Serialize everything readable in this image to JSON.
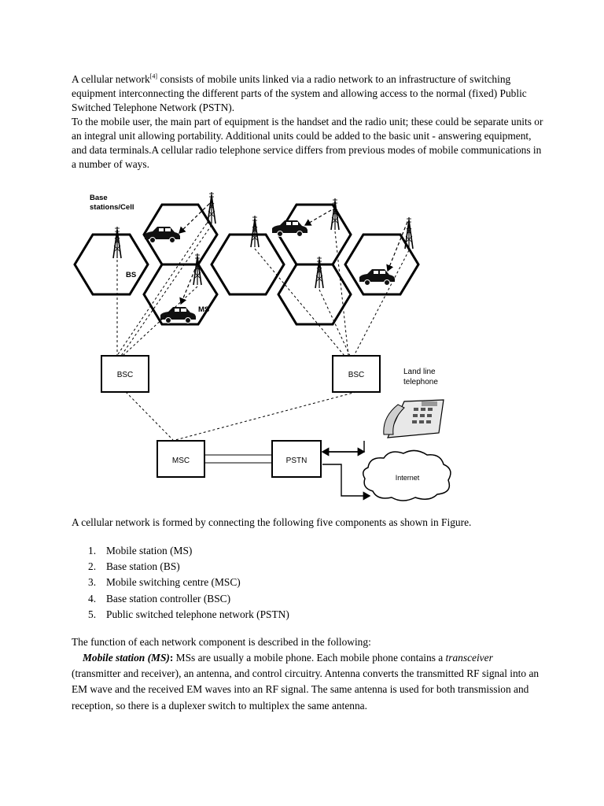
{
  "intro": {
    "line1_pre": "A cellular network",
    "ref": "[4]",
    "line1_post": " consists of mobile units linked via a radio network to an infrastructure of switching equipment interconnecting the different parts of the system and allowing access to the normal (fixed) Public Switched Telephone Network (PSTN).",
    "line2": "To the mobile user, the main part of equipment is the handset and the radio unit; these could be separate units or an integral unit allowing portability. Additional units could be added to the basic unit - answering equipment, and data terminals.A cellular radio telephone service differs from previous modes of mobile communications in a number of ways."
  },
  "figure": {
    "label_base_line1": "Base",
    "label_base_line2": "stations/Cell",
    "label_bs": "BS",
    "label_ms": "MS",
    "bsc_left": "BSC",
    "bsc_right": "BSC",
    "landline_line1": "Land line",
    "landline_line2": "telephone",
    "msc": "MSC",
    "pstn": "PSTN",
    "internet": "Internet"
  },
  "caption": "A cellular network is formed by connecting the following five components as shown in Figure.",
  "components": [
    {
      "num": "1.",
      "text": "Mobile station (MS)"
    },
    {
      "num": "2.",
      "text": "Base station (BS)"
    },
    {
      "num": "3.",
      "text": "Mobile switching centre (MSC)"
    },
    {
      "num": "4.",
      "text": "Base station controller (BSC)"
    },
    {
      "num": "5.",
      "text": "Public switched telephone network (PSTN)"
    }
  ],
  "function_intro": "The function of each network component is described in the following:",
  "ms_section": {
    "heading": "Mobile station (MS)",
    "colon": ":",
    "text1": " MSs are usually a mobile phone. Each mobile phone contains a ",
    "transceiver": "transceiver",
    "text2": " (transmitter and receiver), an antenna, and control circuitry. Antenna converts the transmitted RF signal into an EM wave and the received EM waves into an RF signal. The same antenna is used for both transmission and reception, so there is a duplexer switch to multiplex the same antenna."
  }
}
